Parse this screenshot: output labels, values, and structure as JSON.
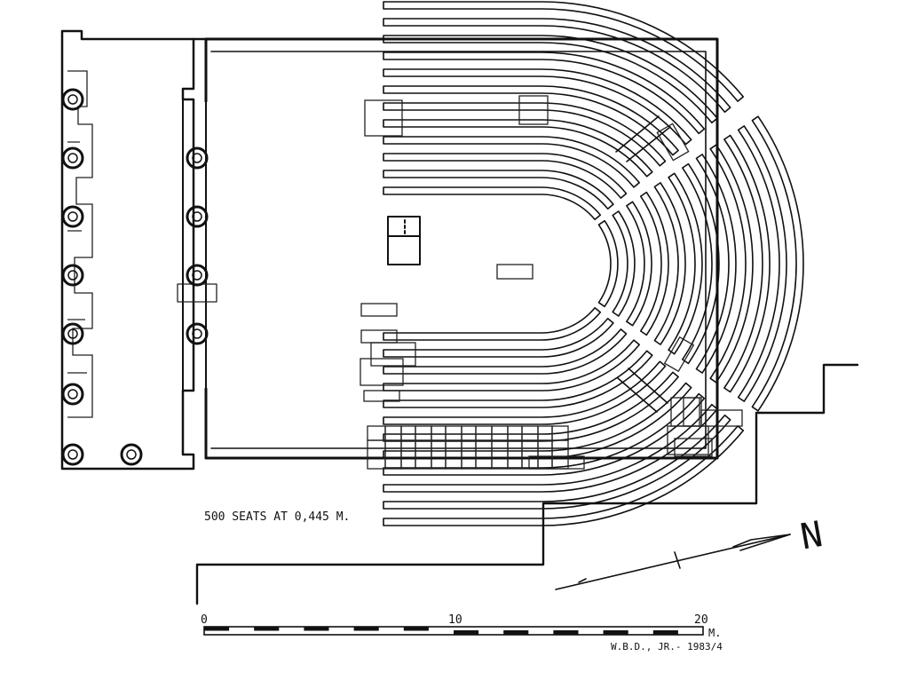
{
  "drawing": {
    "seats_note": "500 SEATS AT 0,445 M.",
    "north_label": "N",
    "credit": "W.B.D., JR.- 1983/4"
  },
  "scale_bar": {
    "ticks": [
      "0",
      "10",
      "20"
    ],
    "unit": "M."
  },
  "colors": {
    "ink": "#111111",
    "paper": "#ffffff"
  }
}
